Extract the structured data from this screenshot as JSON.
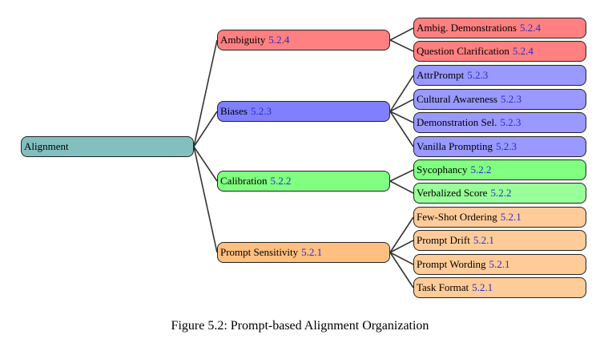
{
  "tree": {
    "label": "Alignment",
    "color": "#83bfbf",
    "children": [
      {
        "label": "Ambiguity",
        "ref": "5.2.4",
        "color": "#ff8080",
        "children": [
          {
            "label": "Ambig. Demonstrations",
            "ref": "5.2.4",
            "color": "#ff8080"
          },
          {
            "label": "Question Clarification",
            "ref": "5.2.4",
            "color": "#ff8080"
          }
        ]
      },
      {
        "label": "Biases",
        "ref": "5.2.3",
        "color": "#8080ff",
        "children": [
          {
            "label": "AttrPrompt",
            "ref": "5.2.3",
            "color": "#9999ff"
          },
          {
            "label": "Cultural Awareness",
            "ref": "5.2.3",
            "color": "#9999ff"
          },
          {
            "label": "Demonstration Sel.",
            "ref": "5.2.3",
            "color": "#9999ff"
          },
          {
            "label": "Vanilla Prompting",
            "ref": "5.2.3",
            "color": "#9999ff"
          }
        ]
      },
      {
        "label": "Calibration",
        "ref": "5.2.2",
        "color": "#80ff80",
        "children": [
          {
            "label": "Sycophancy",
            "ref": "5.2.2",
            "color": "#80ff80"
          },
          {
            "label": "Verbalized Score",
            "ref": "5.2.2",
            "color": "#99ff99"
          }
        ]
      },
      {
        "label": "Prompt Sensitivity",
        "ref": "5.2.1",
        "color": "#ffbf80",
        "children": [
          {
            "label": "Few-Shot Ordering",
            "ref": "5.2.1",
            "color": "#ffcc99"
          },
          {
            "label": "Prompt Drift",
            "ref": "5.2.1",
            "color": "#ffcc99"
          },
          {
            "label": "Prompt Wording",
            "ref": "5.2.1",
            "color": "#ffcc99"
          },
          {
            "label": "Task Format",
            "ref": "5.2.1",
            "color": "#ffcc99"
          }
        ]
      }
    ]
  },
  "caption": "Figure 5.2: Prompt-based Alignment Organization"
}
